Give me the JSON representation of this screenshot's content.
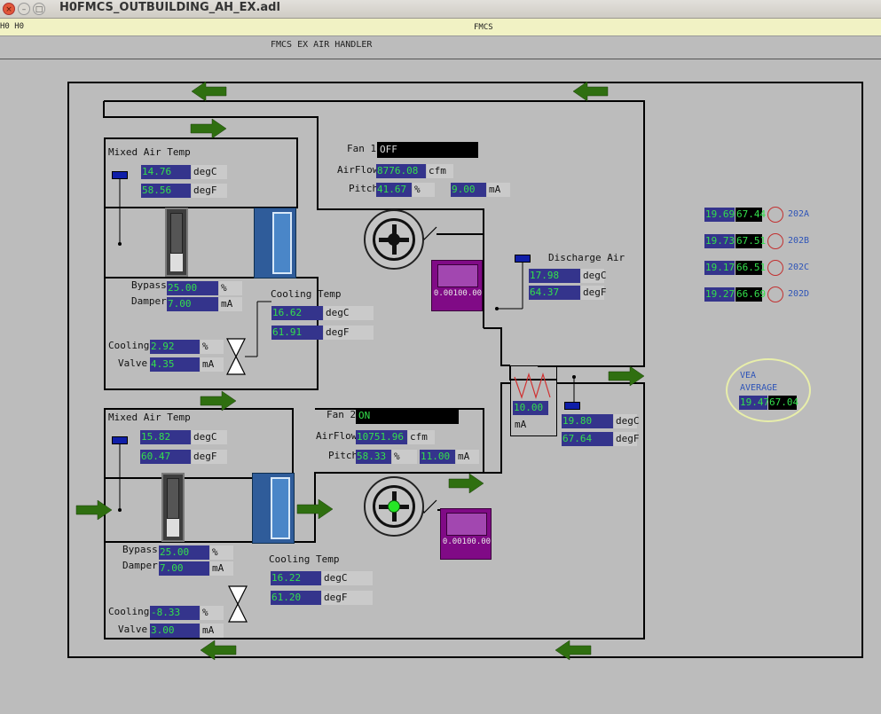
{
  "window": {
    "title": "H0FMCS_OUTBUILDING_AH_EX.adl"
  },
  "menubar": {
    "left": "H0 H0",
    "center": "FMCS"
  },
  "header": {
    "title": "FMCS EX AIR HANDLER"
  },
  "units": {
    "degC": "degC",
    "degF": "degF",
    "mA": "mA",
    "pct": "%",
    "cfm": "cfm"
  },
  "ah1": {
    "mixed_air": {
      "label": "Mixed Air Temp",
      "degC": "14.76",
      "degF": "58.56"
    },
    "fan": {
      "label": "Fan 1",
      "status": "OFF",
      "airflow_label": "AirFlow",
      "airflow": "8776.08",
      "pitch_label": "Pitch",
      "pitch_pct": "41.67",
      "pitch_ma": "9.00"
    },
    "bypass": {
      "label": "Bypass",
      "label2": "Damper",
      "pct": "25.00",
      "ma": "7.00"
    },
    "cooling_temp": {
      "label": "Cooling Temp",
      "degC": "16.62",
      "degF": "61.91"
    },
    "cooling_valve": {
      "label": "Cooling",
      "label2": "Valve",
      "pct": "2.92",
      "ma": "4.35"
    },
    "meter": {
      "label": "0.00100.00"
    }
  },
  "ah2": {
    "mixed_air": {
      "label": "Mixed Air Temp",
      "degC": "15.82",
      "degF": "60.47"
    },
    "fan": {
      "label": "Fan 2",
      "status": "ON",
      "airflow_label": "AirFlow",
      "airflow": "10751.96",
      "pitch_label": "Pitch",
      "pitch_pct": "58.33",
      "pitch_ma": "11.00"
    },
    "bypass": {
      "label": "Bypass",
      "label2": "Damper",
      "pct": "25.00",
      "ma": "7.00"
    },
    "cooling_temp": {
      "label": "Cooling Temp",
      "degC": "16.22",
      "degF": "61.20"
    },
    "cooling_valve": {
      "label": "Cooling",
      "label2": "Valve",
      "pct": "-8.33",
      "ma": "3.00"
    },
    "meter": {
      "label": "0.00100.00"
    }
  },
  "discharge": {
    "label": "Discharge Air",
    "degC": "17.98",
    "degF": "64.37"
  },
  "reheat": {
    "ma": "10.00",
    "degC": "19.80",
    "degF": "67.64"
  },
  "zones": [
    {
      "name": "202A",
      "degC": "19.69",
      "degF": "67.44"
    },
    {
      "name": "202B",
      "degC": "19.73",
      "degF": "67.51"
    },
    {
      "name": "202C",
      "degC": "19.17",
      "degF": "66.51"
    },
    {
      "name": "202D",
      "degC": "19.27",
      "degF": "66.69"
    }
  ],
  "vea": {
    "label1": "VEA",
    "label2": "AVERAGE",
    "degC": "19.47",
    "degF": "67.04"
  },
  "colors": {
    "background": "#bcbcbc",
    "value_bg": "#34348c",
    "value_text": "#34e04c",
    "arrow": "#2f6f10",
    "meter": "#800a86"
  },
  "icons": {
    "arrow": "green-flow-arrow",
    "fan": "fan-icon",
    "valve": "valve-icon",
    "heater": "reheat-coil-icon"
  }
}
